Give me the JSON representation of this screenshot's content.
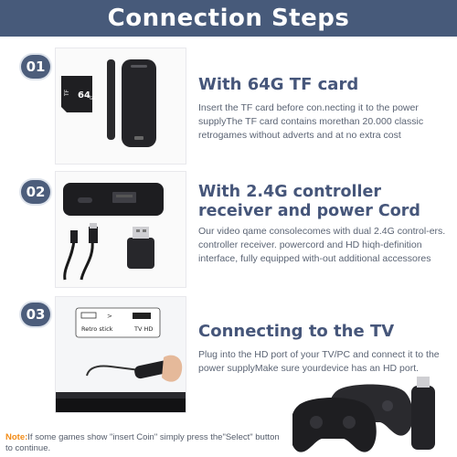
{
  "header": {
    "title": "Connection Steps"
  },
  "steps": [
    {
      "number": "01",
      "title": "With 64G TF card",
      "description": "Insert the TF card before con.necting it to the power supplyThe TF card contains morethan 20.000 classic retrogames without adverts and at no extra cost",
      "card_label": "64",
      "card_unit": "GB"
    },
    {
      "number": "02",
      "title_line1": "With 2.4G controller",
      "title_line2": "receiver and power Cord",
      "description": "Our video qame consolecomes with dual 2.4G control-ers. controller receiver. powercord and HD hiqh-definition interface, fully equipped with-out additional accessores"
    },
    {
      "number": "03",
      "title": "Connecting to the TV",
      "description": "Plug into the HD port of your TV/PC and connect it to the power supplyMake sure yourdevice has an HD port.",
      "diagram_left_label": "Retro stick",
      "diagram_arrow": ">",
      "diagram_right_label": "TV HD"
    }
  ],
  "note": {
    "label": "Note:",
    "text": "If some games show \"insert Coin\" simply press the\"Select\" button to continue."
  },
  "colors": {
    "banner": "#475a7a",
    "title": "#46567a",
    "note_label": "#f28b16"
  }
}
